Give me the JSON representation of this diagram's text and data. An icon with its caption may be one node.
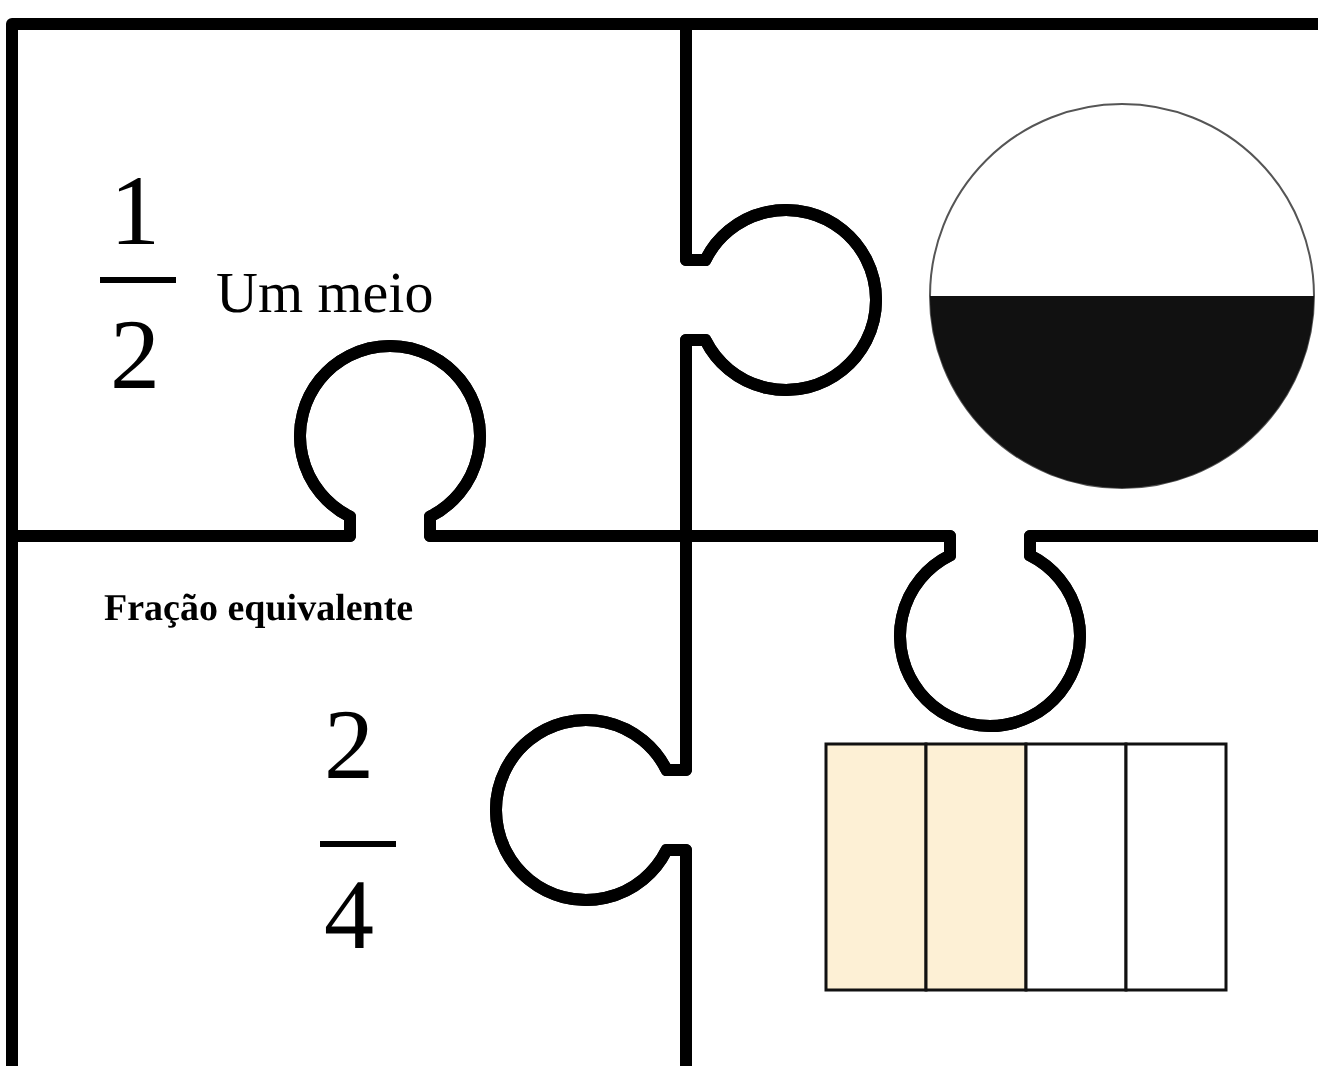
{
  "diagram": {
    "nodes": [
      {
        "text": [
          "1",
          "2",
          "Um meio"
        ]
      },
      {
        "text": [],
        "shape": "piece"
      },
      {
        "text": [
          "Fração equivalente",
          "2",
          "4"
        ]
      },
      {
        "text": [],
        "shape": "piece"
      }
    ]
  }
}
